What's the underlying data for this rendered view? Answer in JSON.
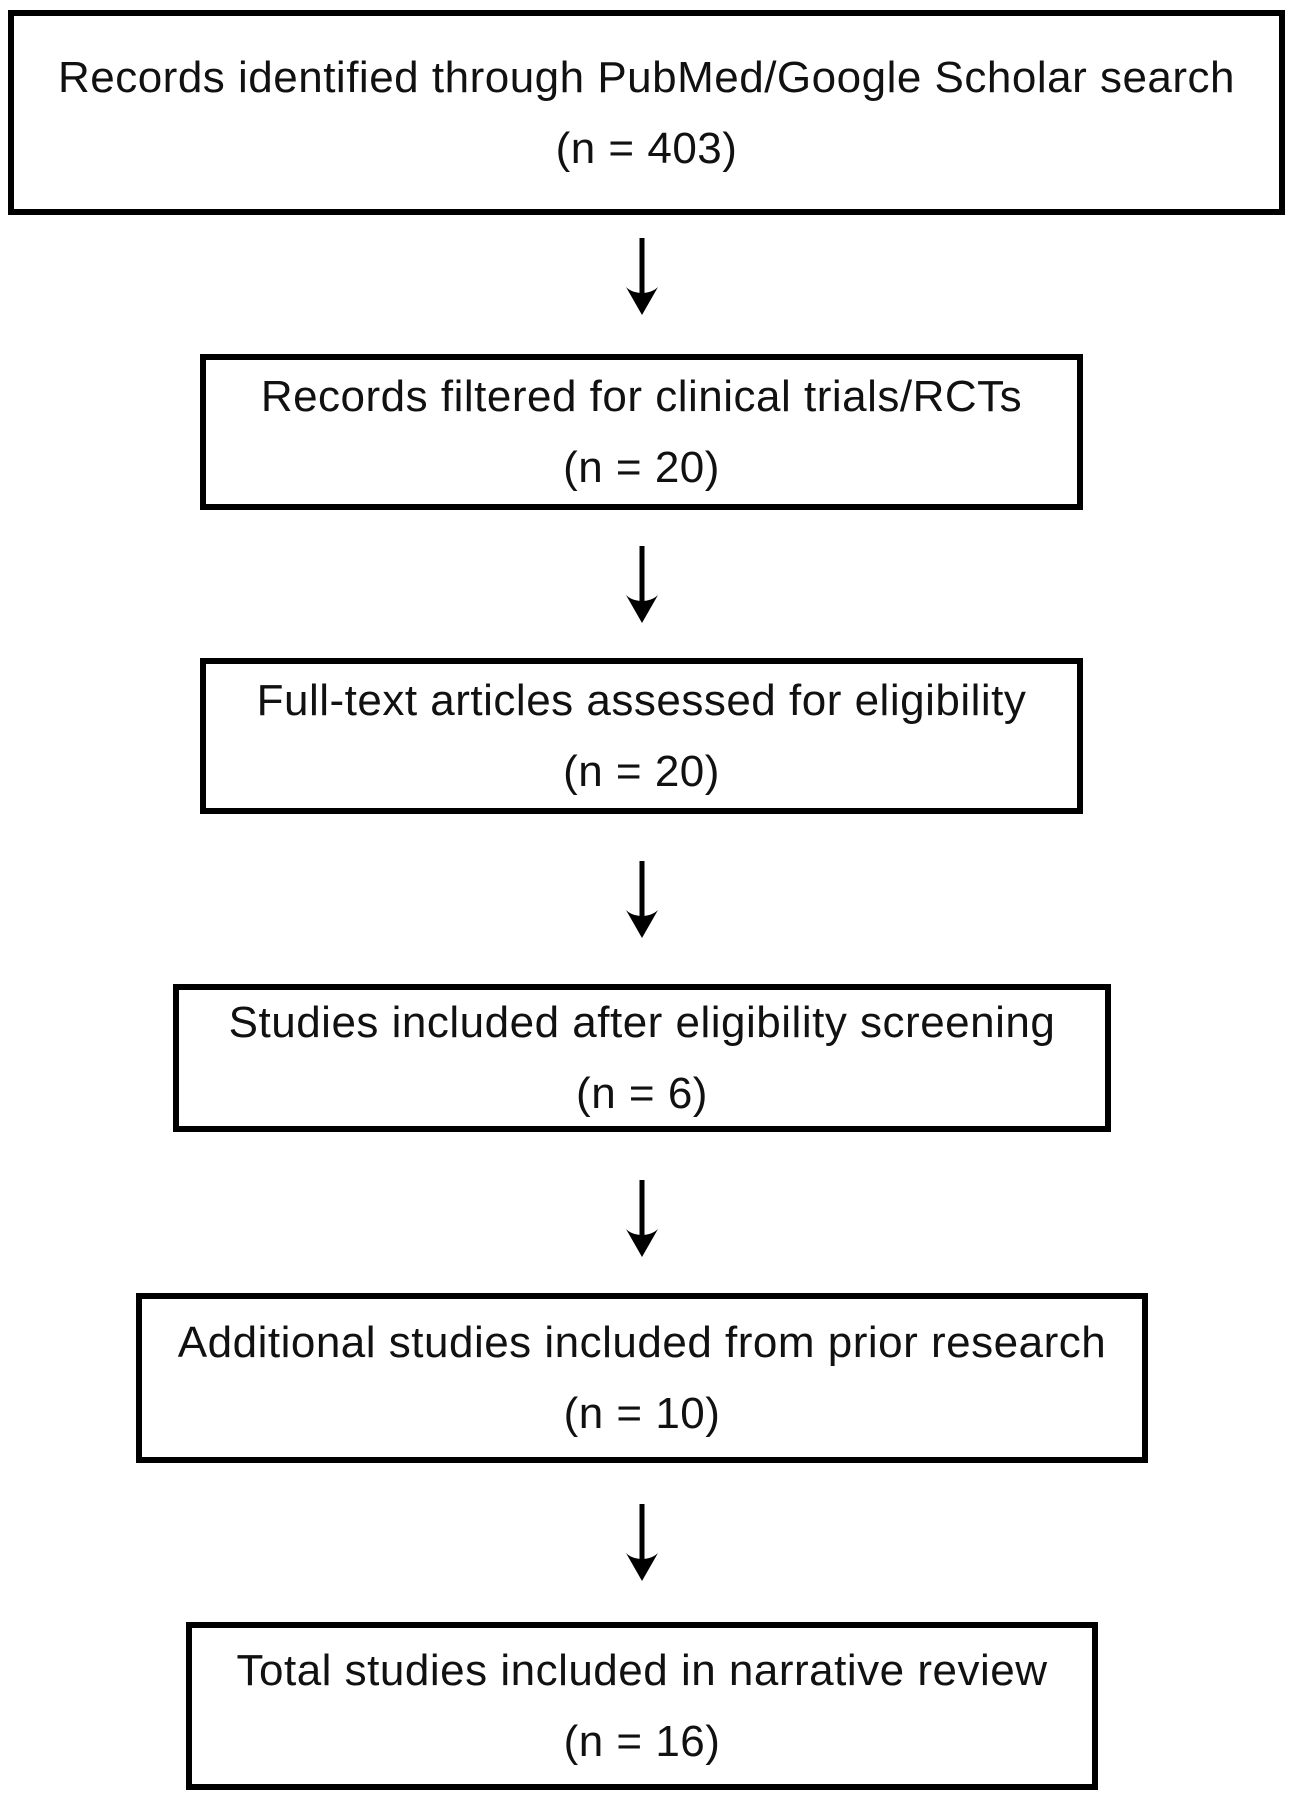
{
  "colors": {
    "box_border": "#000000",
    "background": "#ffffff",
    "text": "#111111",
    "arrow": "#000000"
  },
  "flowchart": {
    "type": "flow-diagram",
    "steps": [
      {
        "label": "Records identified through PubMed/Google Scholar search",
        "count": "(n = 403)"
      },
      {
        "label": "Records filtered for clinical trials/RCTs",
        "count": "(n = 20)"
      },
      {
        "label": "Full-text articles assessed for eligibility",
        "count": "(n = 20)"
      },
      {
        "label": "Studies included after eligibility screening",
        "count": "(n = 6)"
      },
      {
        "label": "Additional studies included from prior research",
        "count": "(n = 10)"
      },
      {
        "label": "Total studies included in narrative review",
        "count": "(n = 16)"
      }
    ],
    "connector_icon": "down-arrow-icon"
  }
}
